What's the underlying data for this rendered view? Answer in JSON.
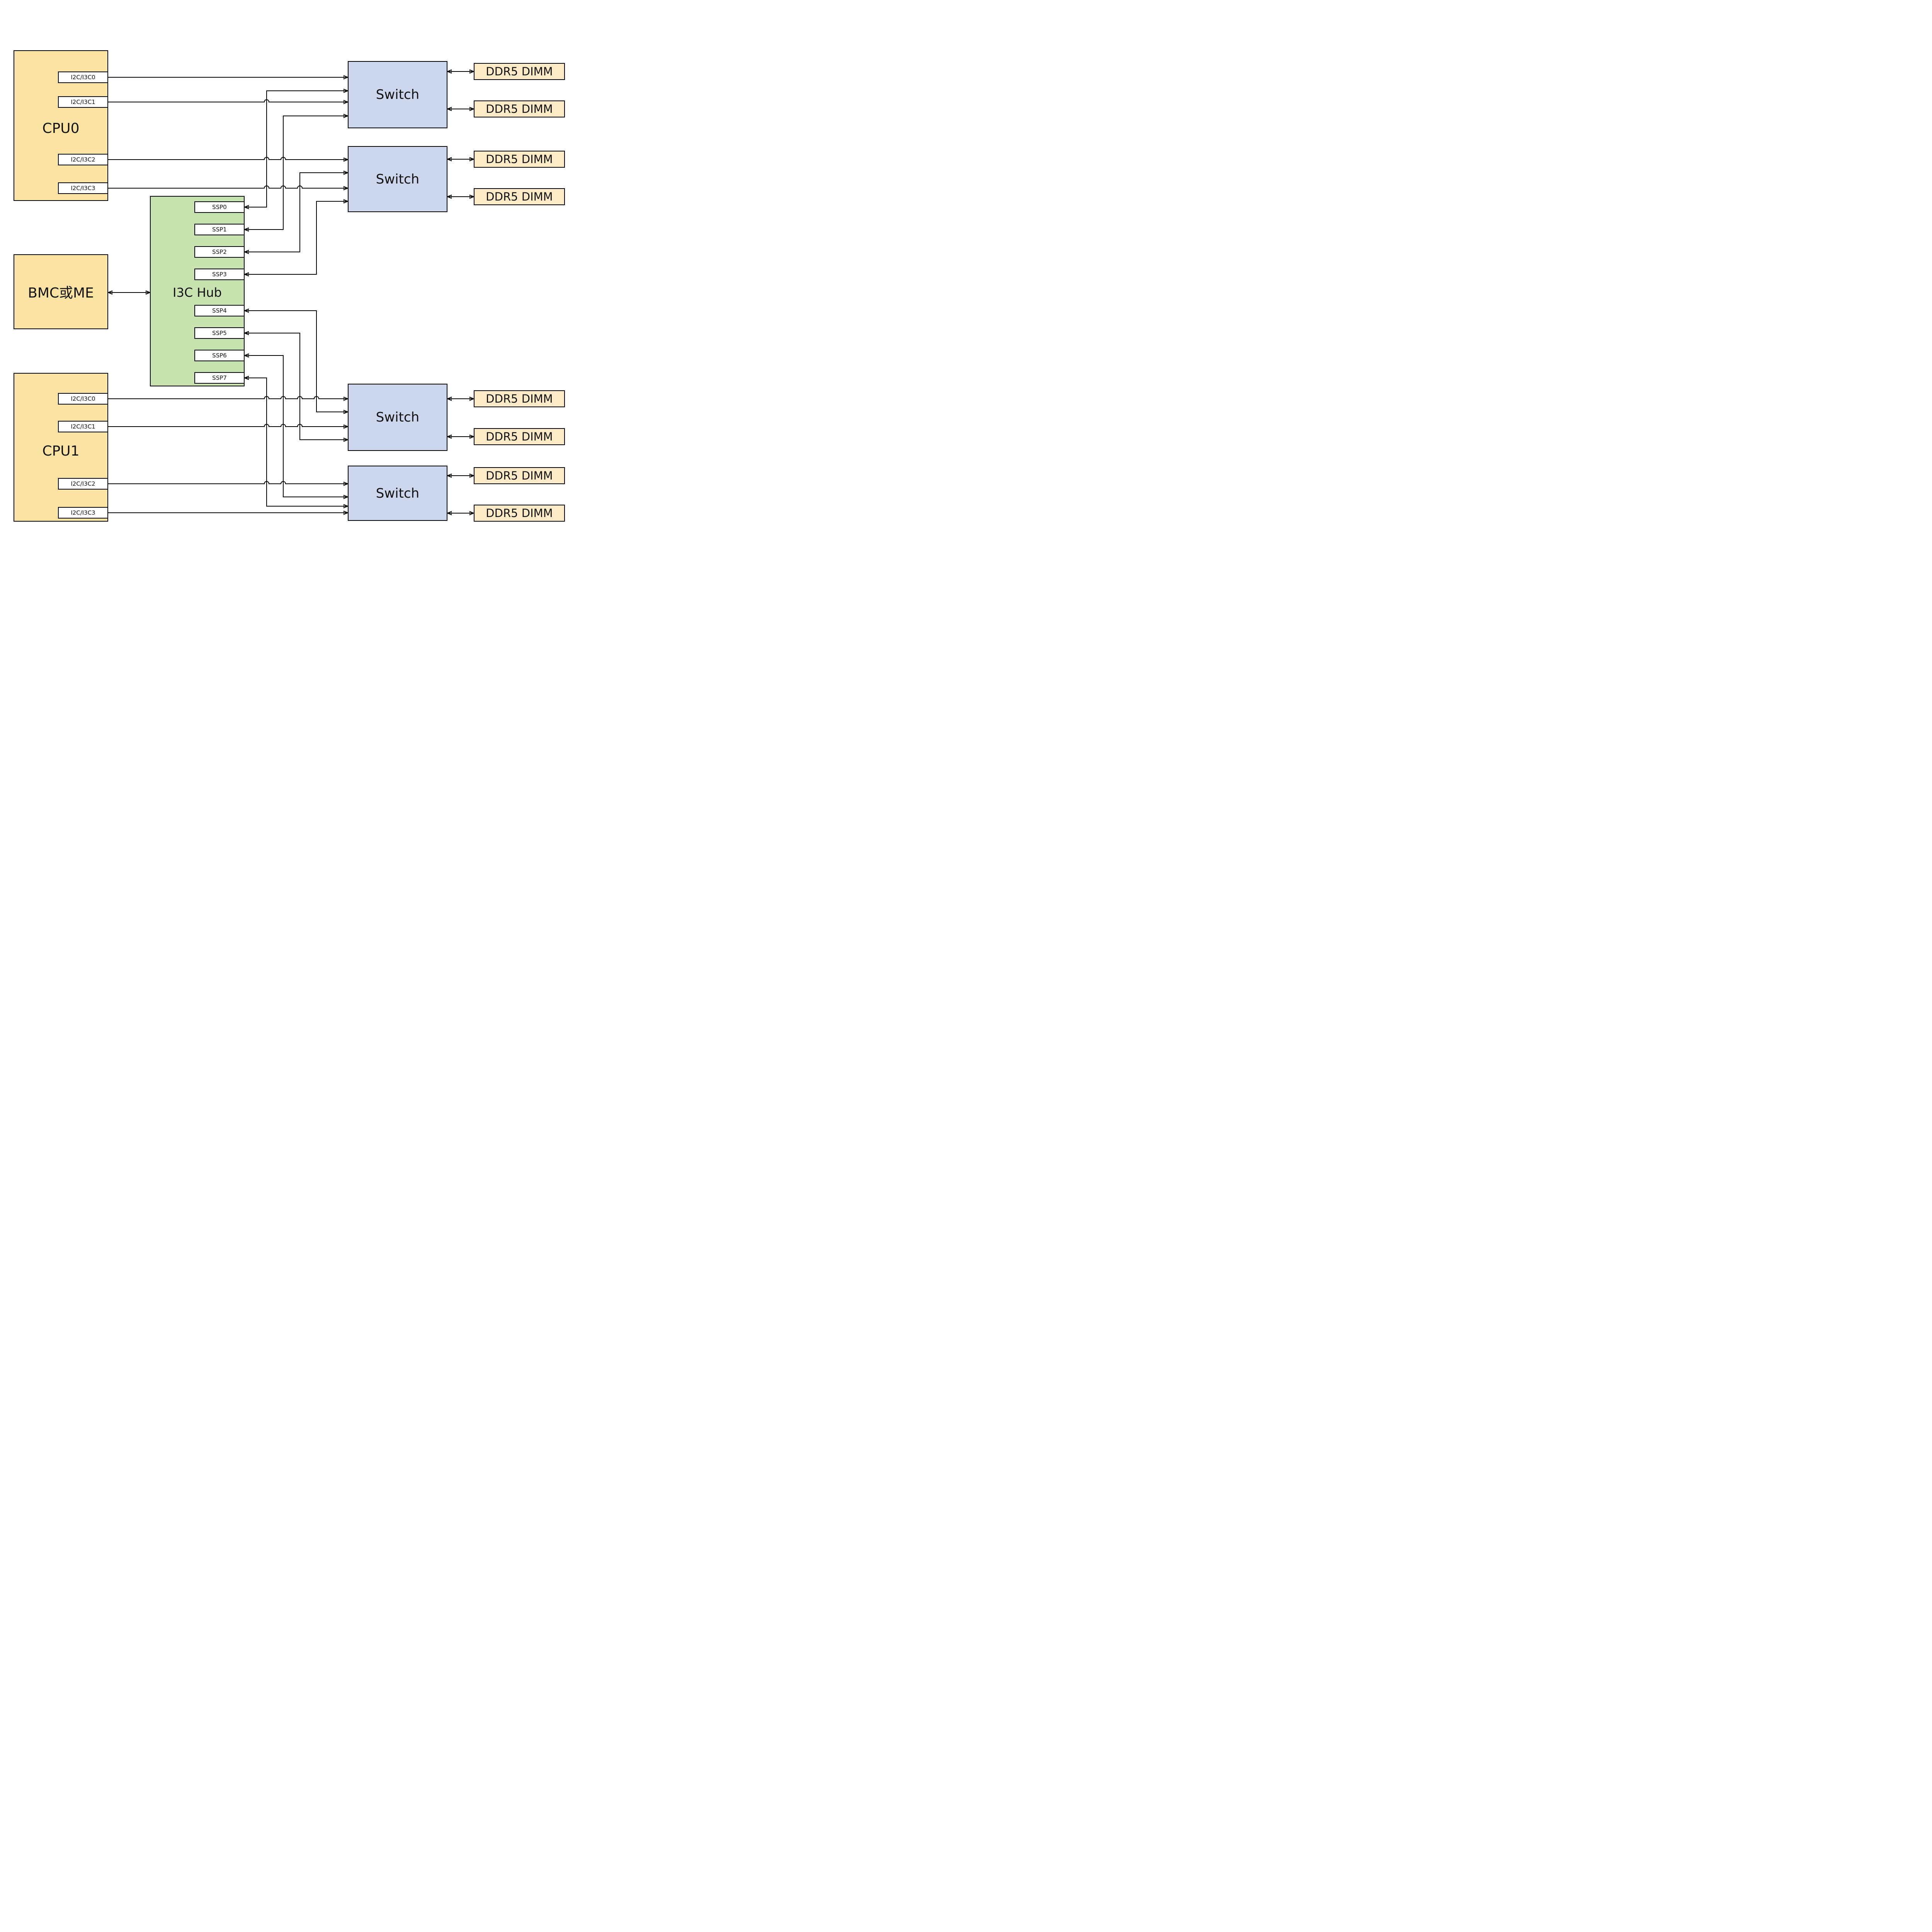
{
  "cpu0": {
    "label": "CPU0",
    "ports": [
      {
        "label": "I2C/I3C0"
      },
      {
        "label": "I2C/I3C1"
      },
      {
        "label": "I2C/I3C2"
      },
      {
        "label": "I2C/I3C3"
      }
    ]
  },
  "cpu1": {
    "label": "CPU1",
    "ports": [
      {
        "label": "I2C/I3C0"
      },
      {
        "label": "I2C/I3C1"
      },
      {
        "label": "I2C/I3C2"
      },
      {
        "label": "I2C/I3C3"
      }
    ]
  },
  "bmc": {
    "label": "BMC或ME"
  },
  "hub": {
    "label": "I3C Hub",
    "ports": [
      {
        "label": "SSP0"
      },
      {
        "label": "SSP1"
      },
      {
        "label": "SSP2"
      },
      {
        "label": "SSP3"
      },
      {
        "label": "SSP4"
      },
      {
        "label": "SSP5"
      },
      {
        "label": "SSP6"
      },
      {
        "label": "SSP7"
      }
    ]
  },
  "switches": [
    {
      "label": "Switch"
    },
    {
      "label": "Switch"
    },
    {
      "label": "Switch"
    },
    {
      "label": "Switch"
    }
  ],
  "dimms": [
    {
      "label": "DDR5 DIMM"
    },
    {
      "label": "DDR5 DIMM"
    },
    {
      "label": "DDR5 DIMM"
    },
    {
      "label": "DDR5 DIMM"
    },
    {
      "label": "DDR5 DIMM"
    },
    {
      "label": "DDR5 DIMM"
    },
    {
      "label": "DDR5 DIMM"
    },
    {
      "label": "DDR5 DIMM"
    }
  ],
  "colors": {
    "cpu_fill": "#FBE3A3",
    "bmc_fill": "#FBE3A3",
    "hub_fill": "#C9E3B0",
    "switch_fill": "#CCD6EC",
    "dimm_fill": "#FDEAC6",
    "wire": "#000000"
  }
}
